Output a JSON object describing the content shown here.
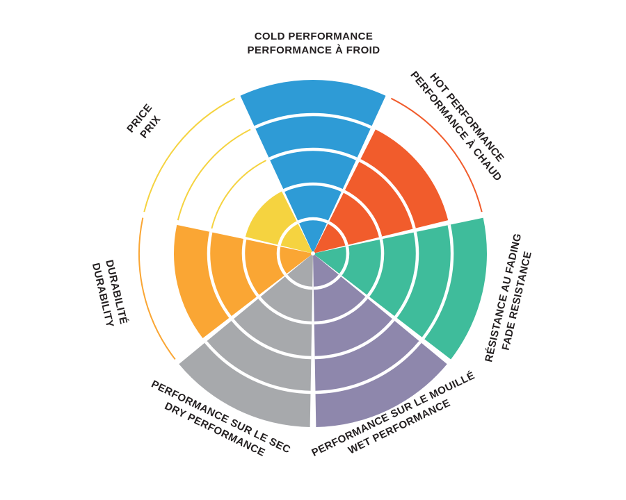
{
  "chart_data": {
    "type": "pie",
    "variant": "radial-rating-wheel",
    "title": "",
    "rings": 5,
    "rating_scale": [
      0,
      5
    ],
    "legend": "none",
    "background_color": "#ffffff",
    "text_color": "#231f20",
    "segments": [
      {
        "id": "cold",
        "labels": [
          "COLD PERFORMANCE",
          "PERFORMANCE À FROID"
        ],
        "rating": 5,
        "color": "#2e9bd6"
      },
      {
        "id": "hot",
        "labels": [
          "HOT PERFORMANCE",
          "PERFORMANCE À CHAUD"
        ],
        "rating": 4,
        "color": "#f15c2c"
      },
      {
        "id": "fade",
        "labels": [
          "RÉSISTANCE AU FADING",
          "FADE RESISTANCE"
        ],
        "rating": 5,
        "color": "#3fbc9b"
      },
      {
        "id": "wet",
        "labels": [
          "PERFORMANCE SUR LE MOUILLÉ",
          "WET PERFORMANCE"
        ],
        "rating": 5,
        "color": "#8e87ac"
      },
      {
        "id": "dry",
        "labels": [
          "PERFORMANCE SUR LE SEC",
          "DRY PERFORMANCE"
        ],
        "rating": 5,
        "color": "#a7a9ac"
      },
      {
        "id": "durability",
        "labels": [
          "DURABILITÉ",
          "DURABILITY"
        ],
        "rating": 4,
        "color": "#faa634"
      },
      {
        "id": "price",
        "labels": [
          "PRICE",
          "PRIX"
        ],
        "rating": 2,
        "color": "#f5d340"
      }
    ]
  }
}
